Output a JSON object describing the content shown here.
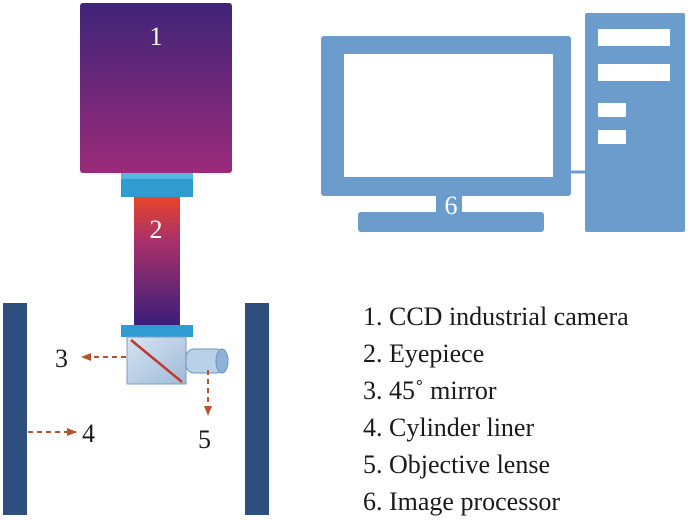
{
  "labels": {
    "camera": "1",
    "eyepiece": "2",
    "mirror": "3",
    "liner": "4",
    "objective": "5",
    "processor": "6"
  },
  "legend": [
    "1. CCD industrial camera",
    "2. Eyepiece",
    "3. 45˚ mirror",
    "4. Cylinder liner",
    "5. Objective lense",
    "6. Image processor"
  ],
  "colors": {
    "camera_top": "#3f2478",
    "camera_bottom": "#9c2b7a",
    "eyepiece_top": "#e8452a",
    "eyepiece_bottom": "#3a1f7a",
    "coupler": "#2f9bd0",
    "mirror_box": "#b9cfe6",
    "mirror_line": "#c0392b",
    "liner": "#2e4f7d",
    "computer": "#6b9ccb",
    "arrow": "#b5532e"
  }
}
